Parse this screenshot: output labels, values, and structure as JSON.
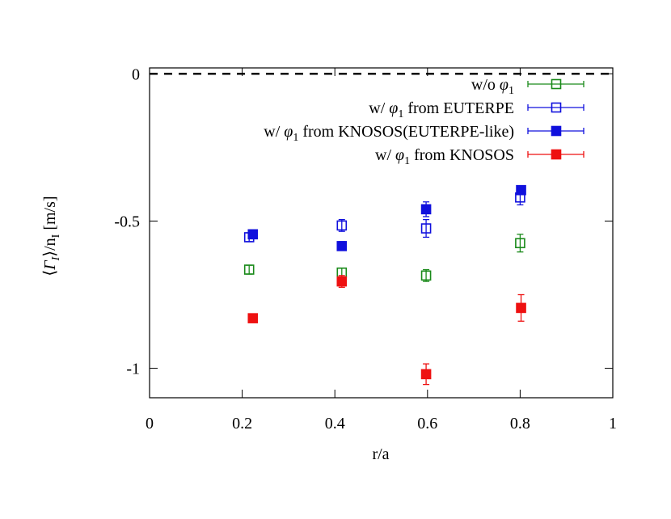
{
  "chart_data": {
    "type": "scatter",
    "xlabel": "r/a",
    "ylabel": {
      "open": "⟨",
      "symbol": "Γ",
      "subscript": "I",
      "close": "⟩/n",
      "subscript2": "I",
      "unit": " [m/s]"
    },
    "xlim": [
      0,
      1
    ],
    "ylim": [
      -1.1,
      0.02
    ],
    "x_ticks": [
      0,
      0.2,
      0.4,
      0.6,
      0.8,
      1
    ],
    "x_tick_labels": [
      "0",
      "0.2",
      "0.4",
      "0.6",
      "0.8",
      "1"
    ],
    "y_ticks": [
      0,
      -0.5,
      -1
    ],
    "y_tick_labels": [
      "0",
      "-0.5",
      "-1"
    ],
    "grid": false,
    "reference_line": {
      "y": 0,
      "style": "dashed",
      "color": "#000000"
    },
    "legend": {
      "placement": "top-right"
    },
    "series": [
      {
        "label": {
          "pre": "w/o ",
          "phi": "φ",
          "sub": "1",
          "post": ""
        },
        "color": "#1a8a1a",
        "marker": "open-square",
        "points": [
          {
            "x": 0.215,
            "y": -0.665,
            "yerr": 0.015
          },
          {
            "x": 0.415,
            "y": -0.675,
            "yerr": 0.015
          },
          {
            "x": 0.597,
            "y": -0.685,
            "yerr": 0.02
          },
          {
            "x": 0.8,
            "y": -0.575,
            "yerr": 0.03
          }
        ]
      },
      {
        "label": {
          "pre": "w/ ",
          "phi": "φ",
          "sub": "1",
          "post": " from EUTERPE"
        },
        "color": "#1010dd",
        "marker": "open-square",
        "points": [
          {
            "x": 0.215,
            "y": -0.555,
            "yerr": 0.015
          },
          {
            "x": 0.415,
            "y": -0.515,
            "yerr": 0.02
          },
          {
            "x": 0.597,
            "y": -0.525,
            "yerr": 0.03
          },
          {
            "x": 0.8,
            "y": -0.42,
            "yerr": 0.025
          }
        ]
      },
      {
        "label": {
          "pre": "w/ ",
          "phi": "φ",
          "sub": "1",
          "post": " from KNOSOS(EUTERPE-like)"
        },
        "color": "#1010dd",
        "marker": "filled-square",
        "points": [
          {
            "x": 0.223,
            "y": -0.545,
            "yerr": 0.01
          },
          {
            "x": 0.415,
            "y": -0.585,
            "yerr": 0.015
          },
          {
            "x": 0.597,
            "y": -0.46,
            "yerr": 0.025
          },
          {
            "x": 0.802,
            "y": -0.395,
            "yerr": 0.015
          }
        ]
      },
      {
        "label": {
          "pre": "w/ ",
          "phi": "φ",
          "sub": "1",
          "post": " from KNOSOS"
        },
        "color": "#ee1111",
        "marker": "filled-square",
        "points": [
          {
            "x": 0.223,
            "y": -0.83,
            "yerr": 0.008
          },
          {
            "x": 0.415,
            "y": -0.705,
            "yerr": 0.02
          },
          {
            "x": 0.597,
            "y": -1.02,
            "yerr": 0.035
          },
          {
            "x": 0.802,
            "y": -0.795,
            "yerr": 0.045
          }
        ]
      }
    ]
  }
}
